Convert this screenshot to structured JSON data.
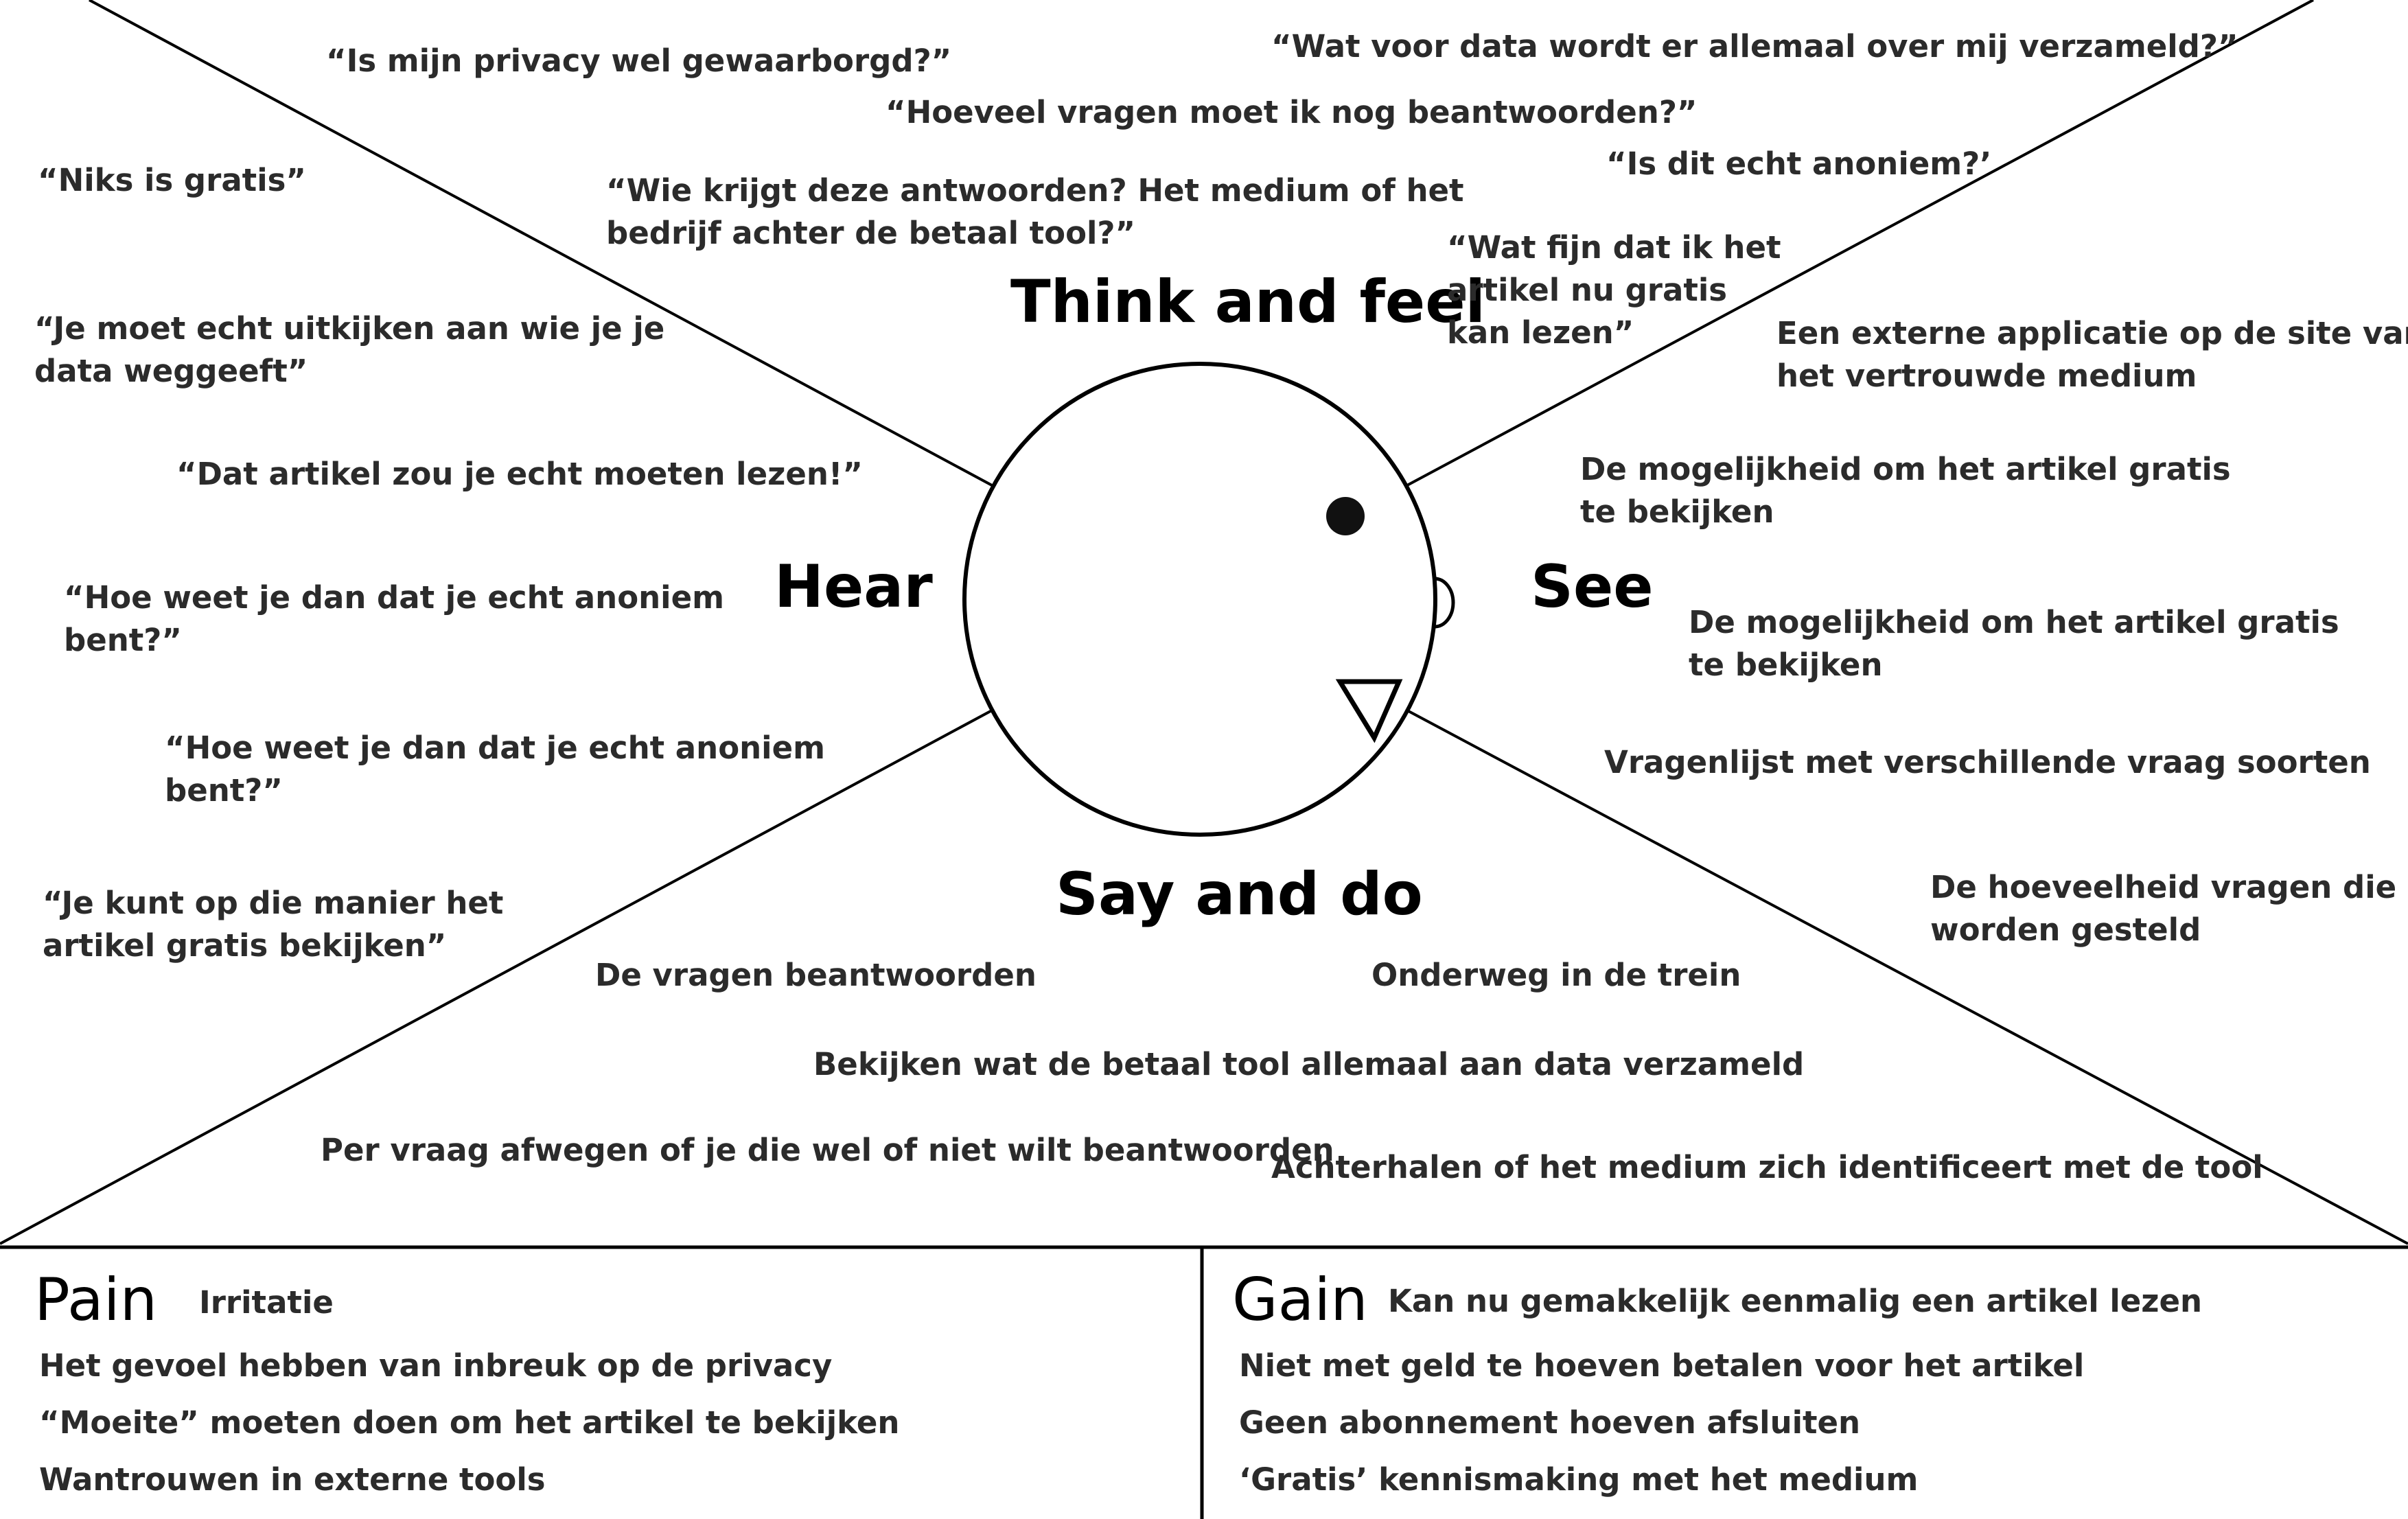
{
  "labels": {
    "think_and_feel": "Think and feel",
    "hear": "Hear",
    "see": "See",
    "say_and_do": "Say and do",
    "pain": "Pain",
    "gain": "Gain"
  },
  "think_and_feel": [
    "“Is mijn privacy wel gewaarborgd?”",
    "“Hoeveel vragen moet ik nog beantwoorden?”",
    "“Wie krijgt deze antwoorden? Het medium of het\nbedrijf achter de betaal tool?”",
    "“Wat voor data wordt er allemaal over mij verzameld?”",
    "“Is dit echt anoniem?’",
    "“Wat fijn dat ik het\nartikel nu gratis\nkan lezen”"
  ],
  "hear": [
    "“Niks is gratis”",
    "“Je moet echt uitkijken aan wie je je\ndata weggeeft”",
    "“Dat artikel zou je echt moeten lezen!”",
    "“Hoe weet je dan dat je echt anoniem\nbent?”",
    "“Hoe weet je dan dat je echt anoniem\nbent?”",
    "“Je kunt op die manier het\nartikel gratis bekijken”"
  ],
  "see": [
    "Een externe applicatie op de site van\nhet vertrouwde medium",
    "De mogelijkheid om het artikel gratis\nte bekijken",
    "De mogelijkheid om het artikel gratis\nte bekijken",
    "Vragenlijst met verschillende vraag soorten",
    "De hoeveelheid vragen die\nworden gesteld"
  ],
  "say_and_do": [
    "De vragen beantwoorden",
    "Onderweg in de trein",
    "Bekijken wat de betaal tool allemaal aan data verzameld",
    "Per vraag afwegen of je die wel of niet wilt beantwoorden",
    "Achterhalen of het medium zich identificeert met de tool"
  ],
  "pain": [
    "Irritatie",
    "Het gevoel hebben van inbreuk op de privacy",
    "“Moeite” moeten doen om het artikel te bekijken",
    "Wantrouwen in externe tools"
  ],
  "gain": [
    "Kan nu gemakkelijk eenmalig een artikel lezen",
    "Niet met geld te hoeven betalen voor het artikel",
    "Geen abonnement hoeven afsluiten",
    "‘Gratis’ kennismaking met het medium"
  ]
}
